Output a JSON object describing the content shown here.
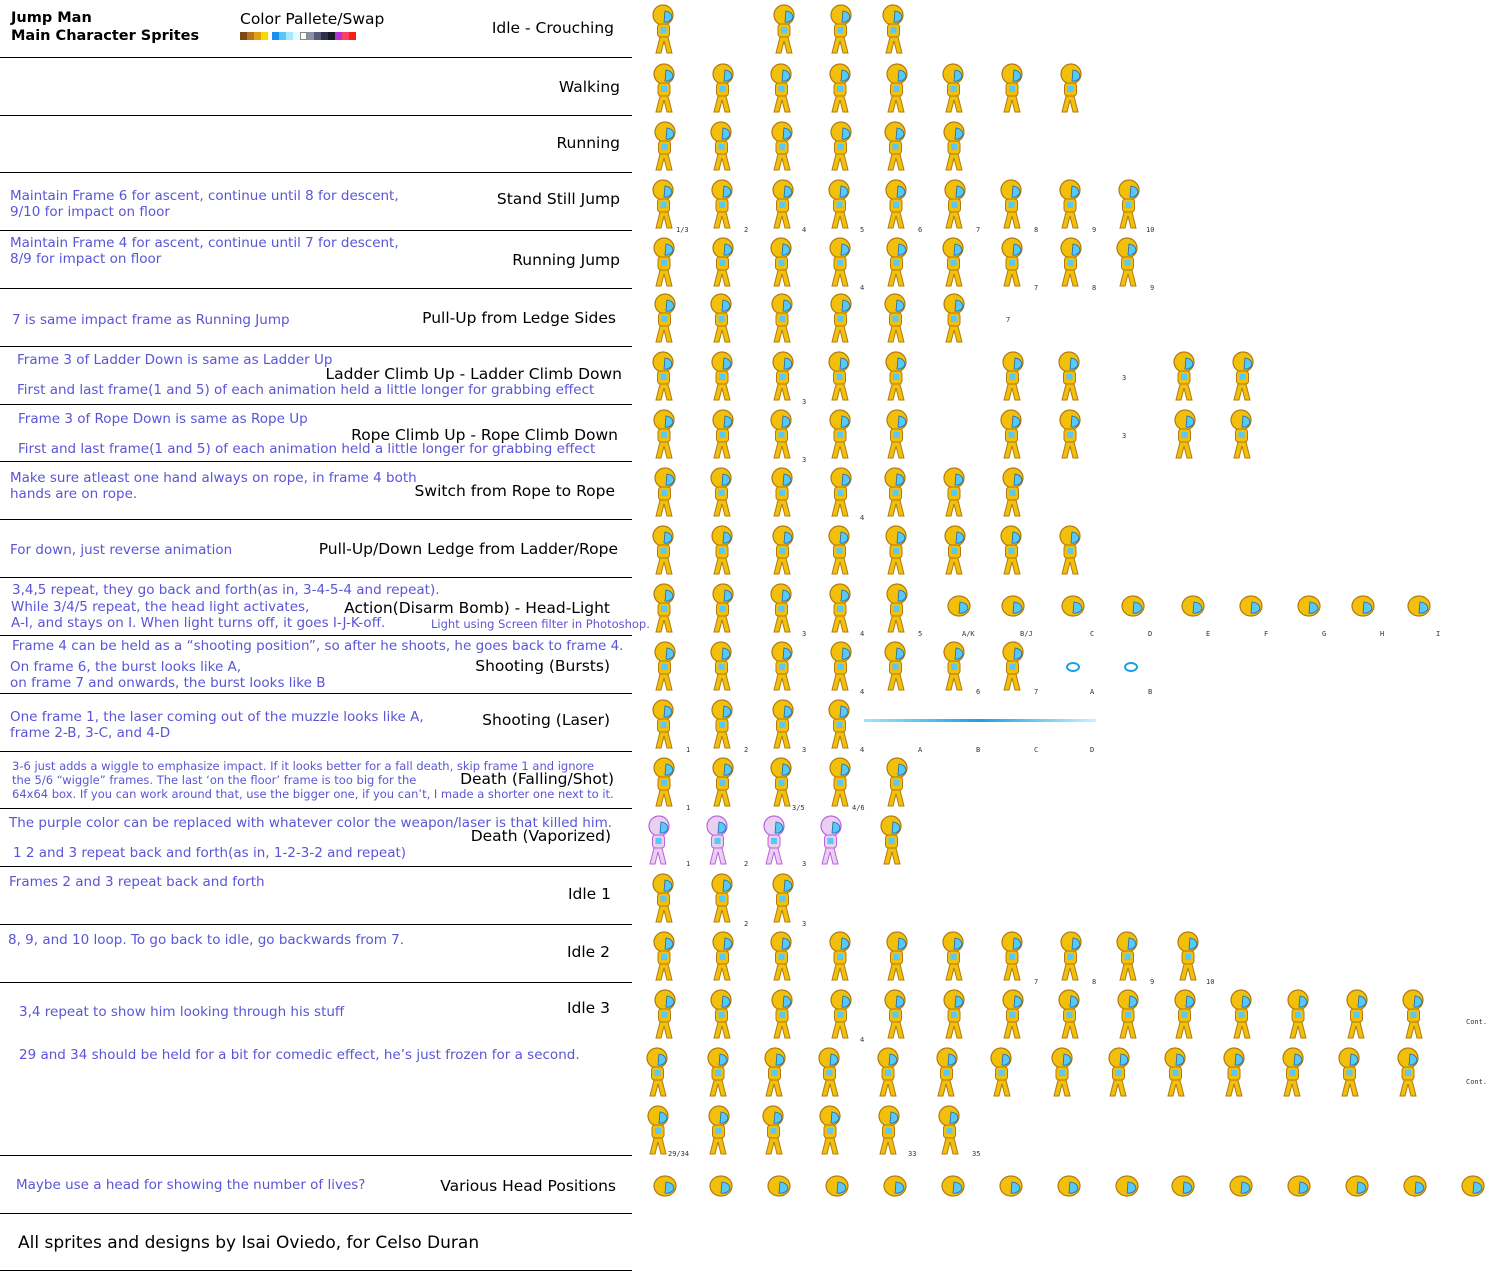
{
  "header": {
    "title_line1": "Jump Man",
    "title_line2": "Main Character Sprites",
    "palette_title": "Color Pallete/Swap"
  },
  "palette": [
    "#7a4a14",
    "#b8741e",
    "#e0a010",
    "#f8d800",
    "#ffffff",
    "#1a8ef0",
    "#58c8f8",
    "#a8e8ff",
    "#e8f8ff",
    "#ffffff",
    "#8890a8",
    "#585878",
    "#303048",
    "#181828",
    "#b030d8",
    "#f84060",
    "#f82010"
  ],
  "rows": [
    {
      "label": "Idle - Crouching",
      "notes": []
    },
    {
      "label": "Walking",
      "notes": []
    },
    {
      "label": "Running",
      "notes": []
    },
    {
      "label": "Stand Still Jump",
      "notes": [
        "Maintain Frame 6 for ascent, continue until 8 for descent,",
        "9/10 for impact on floor"
      ]
    },
    {
      "label": "Running Jump",
      "notes": [
        "Maintain Frame 4 for ascent, continue until 7 for descent,",
        "8/9 for impact on floor"
      ]
    },
    {
      "label": "Pull-Up from Ledge Sides",
      "notes": [
        "7 is same impact frame as Running Jump"
      ]
    },
    {
      "label": "Ladder Climb Up - Ladder Climb Down",
      "notes": [
        "Frame 3 of Ladder Down is same as Ladder Up",
        "First and last frame(1 and 5) of each animation held a little longer for grabbing effect"
      ]
    },
    {
      "label": "Rope Climb Up - Rope Climb Down",
      "notes": [
        "Frame 3 of Rope Down is same as Rope Up",
        "First and last frame(1 and 5) of each animation held a little longer for grabbing effect"
      ]
    },
    {
      "label": "Switch from Rope to Rope",
      "notes": [
        "Make sure atleast one hand always on rope, in frame 4 both",
        "hands are on rope."
      ]
    },
    {
      "label": "Pull-Up/Down Ledge from Ladder/Rope",
      "notes": [
        "For down, just reverse animation"
      ]
    },
    {
      "label": "Action(Disarm Bomb) - Head-Light",
      "notes": [
        "3,4,5 repeat, they go back and forth(as in, 3-4-5-4 and repeat).",
        "While 3/4/5 repeat, the head light activates,",
        "A-I, and stays on I. When light turns off, it goes I-J-K-off.",
        "Light using Screen filter in Photoshop."
      ]
    },
    {
      "label": "Shooting (Bursts)",
      "notes": [
        "Frame 4 can be held as a “shooting position”, so after he shoots, he goes back to frame 4.",
        "On frame 6, the burst looks like A,",
        "on frame 7 and onwards, the burst looks like B"
      ]
    },
    {
      "label": "Shooting (Laser)",
      "notes": [
        "One frame 1, the laser coming out of the muzzle looks like A,",
        "frame 2-B, 3-C, and 4-D"
      ]
    },
    {
      "label": "Death (Falling/Shot)",
      "notes": [
        "3-6 just adds a wiggle to emphasize impact. If it looks better for a fall death, skip frame 1 and ignore",
        "the 5/6 “wiggle” frames. The last ‘on the floor’ frame is too big for the",
        "64x64 box. If you can work around that, use the bigger one, if you can’t, I made a shorter one next to it."
      ]
    },
    {
      "label": "Death (Vaporized)",
      "notes": [
        "The purple color can be replaced with whatever color the weapon/laser is that killed him.",
        "1 2 and 3 repeat back and forth(as in, 1-2-3-2 and repeat)"
      ]
    },
    {
      "label": "Idle 1",
      "notes": [
        "Frames 2 and 3 repeat back and forth"
      ]
    },
    {
      "label": "Idle 2",
      "notes": [
        "8, 9, and 10 loop. To go back to idle, go backwards from 7."
      ]
    },
    {
      "label": "Idle 3",
      "notes": [
        "3,4 repeat to show him looking through his stuff",
        "29 and 34 should be held for a bit for comedic effect, he’s just frozen for a second."
      ]
    },
    {
      "label": "Various Head Positions",
      "notes": [
        "Maybe use a head for showing the number of lives?"
      ]
    }
  ],
  "credit": "All sprites and designs by Isai Oviedo, for Celso Duran",
  "frame_labels": {
    "stand_jump": [
      "1/3",
      "2",
      "4",
      "5",
      "6",
      "7",
      "8",
      "9",
      "10"
    ],
    "run_jump": [
      "4",
      "7",
      "8",
      "9"
    ],
    "pullup": [
      "7"
    ],
    "ladder": [
      "3",
      "3"
    ],
    "rope": [
      "3",
      "3"
    ],
    "switch": [
      "4"
    ],
    "action": [
      "3",
      "4",
      "5",
      "A/K",
      "B/J",
      "C",
      "D",
      "E",
      "F",
      "G",
      "H",
      "I"
    ],
    "bursts": [
      "4",
      "6",
      "7",
      "A",
      "B"
    ],
    "laser": [
      "1",
      "2",
      "3",
      "4",
      "A",
      "B",
      "C",
      "D"
    ],
    "death_fall": [
      "1",
      "3/5",
      "4/6"
    ],
    "vapor": [
      "1",
      "2",
      "3"
    ],
    "idle1": [
      "2",
      "3"
    ],
    "idle2": [
      "7",
      "8",
      "9",
      "10"
    ],
    "idle3a": [
      "4"
    ],
    "idle3c": [
      "29/34",
      "33",
      "35"
    ],
    "cont": [
      "Cont.",
      "Cont."
    ]
  },
  "colors": {
    "text": "#000000",
    "note": "#5b55d6",
    "gold": "#f2c00a",
    "gold_dark": "#b07a10",
    "visor": "#58c8f8",
    "vapor": "#c060e0"
  }
}
